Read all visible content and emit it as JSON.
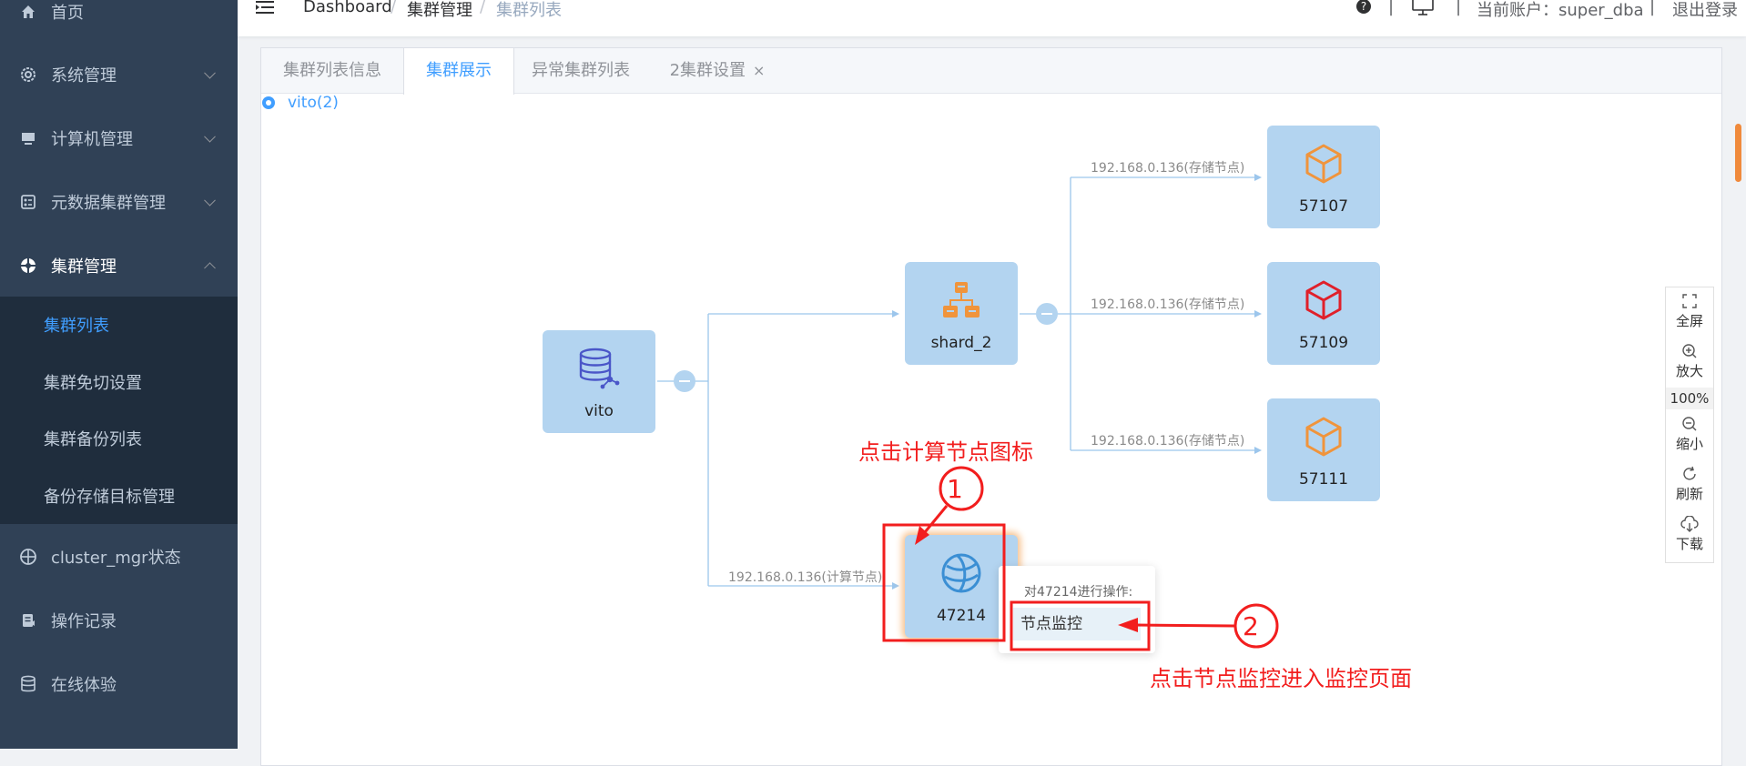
{
  "sidebar": {
    "items": [
      {
        "label": "首页",
        "icon": "home-icon"
      },
      {
        "label": "系统管理",
        "icon": "gear-icon"
      },
      {
        "label": "计算机管理",
        "icon": "monitor-icon"
      },
      {
        "label": "元数据集群管理",
        "icon": "cluster-list-icon"
      },
      {
        "label": "集群管理",
        "icon": "cluster-icon"
      },
      {
        "label": "cluster_mgr状态",
        "icon": "status-icon"
      },
      {
        "label": "操作记录",
        "icon": "record-icon"
      },
      {
        "label": "在线体验",
        "icon": "database-icon"
      }
    ],
    "submenu": [
      "集群列表",
      "集群免切设置",
      "集群备份列表",
      "备份存储目标管理"
    ]
  },
  "navbar": {
    "breadcrumb": [
      "Dashboard",
      "集群管理",
      "集群列表"
    ],
    "separator": "/",
    "account_label": "当前账户：super_dba",
    "logout": "退出登录",
    "divider": "|"
  },
  "tabs": [
    "集群列表信息",
    "集群展示",
    "异常集群列表",
    "2集群设置"
  ],
  "tab_close": "×",
  "cluster_radio": "vito(2)",
  "graph": {
    "root": {
      "label": "vito"
    },
    "shard": {
      "label": "shard_2"
    },
    "storage_nodes": [
      {
        "label": "57107",
        "color": "#f0943c"
      },
      {
        "label": "57109",
        "color": "#e0202a"
      },
      {
        "label": "57111",
        "color": "#f0943c"
      }
    ],
    "compute_node": {
      "label": "47214",
      "color": "#3b8fd4"
    },
    "storage_edge_label": "192.168.0.136(存储节点)",
    "compute_edge_label": "192.168.0.136(计算节点)"
  },
  "popup": {
    "title": "对47214进行操作:",
    "item": "节点监控"
  },
  "annotations": {
    "step1": "点击计算节点图标",
    "step2": "点击节点监控进入监控页面",
    "num1": "1",
    "num2": "2"
  },
  "toolbar": {
    "fullscreen": "全屏",
    "zoom_in": "放大",
    "zoom_level": "100%",
    "zoom_out": "缩小",
    "refresh": "刷新",
    "download": "下载"
  },
  "colors": {
    "sidebar_bg": "#304156",
    "accent": "#409eff",
    "annotation": "#f21e1e",
    "node_bg": "#b3d4f0"
  }
}
